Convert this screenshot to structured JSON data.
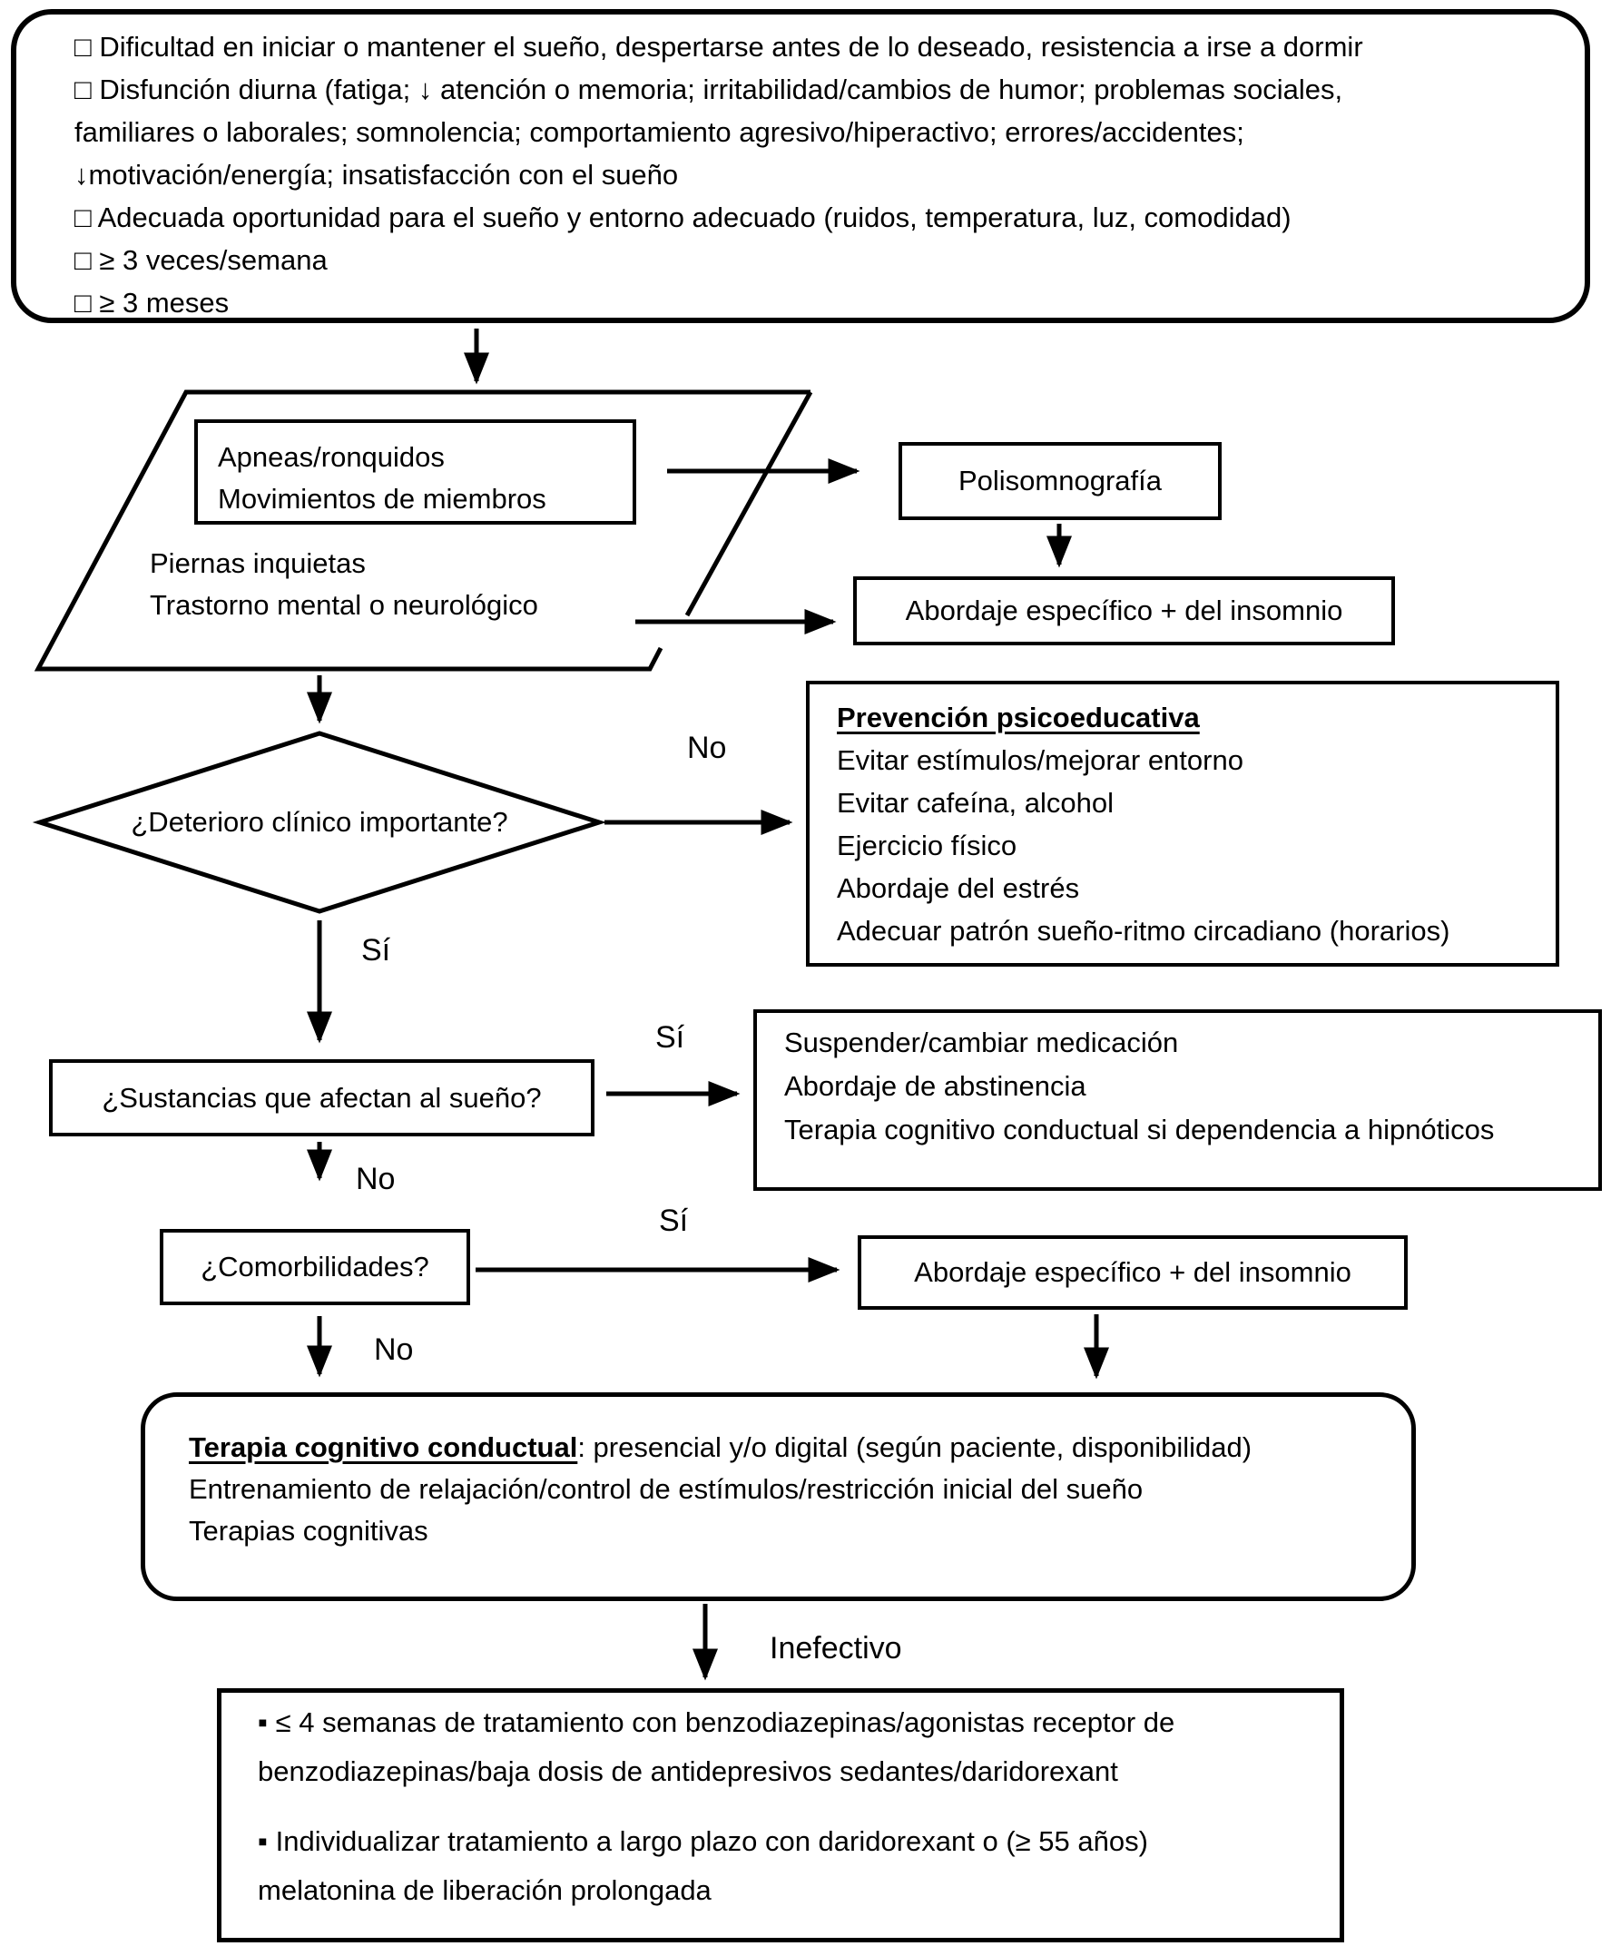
{
  "colors": {
    "stroke": "#000000",
    "background": "#ffffff"
  },
  "criteria": {
    "lines": [
      "□ Dificultad en iniciar o mantener el sueño, despertarse antes de lo deseado, resistencia a irse a dormir",
      "□ Disfunción diurna (fatiga; ↓ atención o memoria; irritabilidad/cambios de humor; problemas sociales,",
      "familiares o laborales; somnolencia; comportamiento agresivo/hiperactivo; errores/accidentes;",
      "↓motivación/energía; insatisfacción con el sueño",
      "□ Adecuada oportunidad para el sueño y entorno adecuado (ruidos, temperatura, luz, comodidad)",
      "□ ≥ 3 veces/semana",
      "□ ≥ 3 meses"
    ]
  },
  "screening": {
    "inner_lines": [
      "Apneas/ronquidos",
      "Movimientos de miembros"
    ],
    "outer_lines": [
      "Piernas inquietas",
      "Trastorno mental o neurológico"
    ]
  },
  "polysomnography": {
    "label": "Polisomnografía"
  },
  "specific_approach_1": {
    "label": "Abordaje específico + del insomnio"
  },
  "decision_deterioration": {
    "question": "¿Deterioro clínico importante?"
  },
  "prevention": {
    "title": "Prevención psicoeducativa",
    "items": [
      "Evitar estímulos/mejorar entorno",
      "Evitar cafeína, alcohol",
      "Ejercicio físico",
      "Abordaje del estrés",
      "Adecuar patrón sueño-ritmo circadiano (horarios)"
    ]
  },
  "decision_substances": {
    "question": "¿Sustancias que afectan al sueño?"
  },
  "medication": {
    "lines": [
      "Suspender/cambiar medicación",
      "Abordaje de abstinencia",
      "Terapia cognitivo conductual si dependencia a hipnóticos"
    ]
  },
  "decision_comorbidities": {
    "question": "¿Comorbilidades?"
  },
  "specific_approach_2": {
    "label": "Abordaje específico + del insomnio"
  },
  "cbt": {
    "title": "Terapia cognitivo conductual",
    "title_rest": ": presencial y/o digital (según paciente, disponibilidad)",
    "lines": [
      "Entrenamiento de relajación/control de estímulos/restricción inicial del sueño",
      "Terapias cognitivas"
    ]
  },
  "pharmacotherapy": {
    "para1_lines": [
      "▪ ≤ 4 semanas de tratamiento con benzodiazepinas/agonistas receptor de",
      "benzodiazepinas/baja dosis de antidepresivos sedantes/daridorexant"
    ],
    "para2_lines": [
      "▪ Individualizar tratamiento a largo plazo con daridorexant o (≥ 55 años)",
      "melatonina de liberación prolongada"
    ]
  },
  "labels": {
    "no_deterioration": "No",
    "yes_deterioration": "Sí",
    "yes_substances": "Sí",
    "no_substances": "No",
    "yes_comorbidities": "Sí",
    "no_comorbidities": "No",
    "ineffective": "Inefectivo"
  }
}
